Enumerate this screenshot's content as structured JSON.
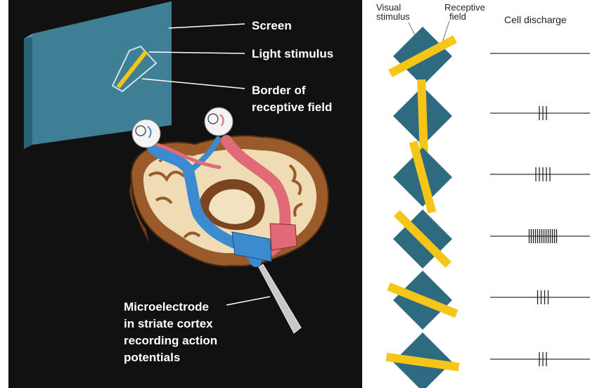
{
  "labels": {
    "screen": "Screen",
    "light_stimulus": "Light stimulus",
    "border_line1": "Border of",
    "border_line2": "receptive field",
    "electrode_line1": "Microelectrode",
    "electrode_line2": "in striate cortex",
    "electrode_line3": "recording action",
    "electrode_line4": "potentials"
  },
  "headers": {
    "visual_stimulus_line1": "Visual",
    "visual_stimulus_line2": "stimulus",
    "receptive_field_line1": "Receptive",
    "receptive_field_line2": "field",
    "cell_discharge": "Cell discharge"
  },
  "colors": {
    "field": "#2e6a80",
    "stimulus": "#f5c518",
    "screen": "#3f7f96",
    "background": "#111111",
    "left_eye_path": "#3a8bd0",
    "right_eye_path": "#e06a78"
  },
  "trials": [
    {
      "bar_angle_deg": -28,
      "spike_count": 0
    },
    {
      "bar_angle_deg": 88,
      "spike_count": 3
    },
    {
      "bar_angle_deg": 75,
      "spike_count": 5
    },
    {
      "bar_angle_deg": 45,
      "spike_count": 14
    },
    {
      "bar_angle_deg": 22,
      "spike_count": 4
    },
    {
      "bar_angle_deg": 8,
      "spike_count": 3
    }
  ]
}
